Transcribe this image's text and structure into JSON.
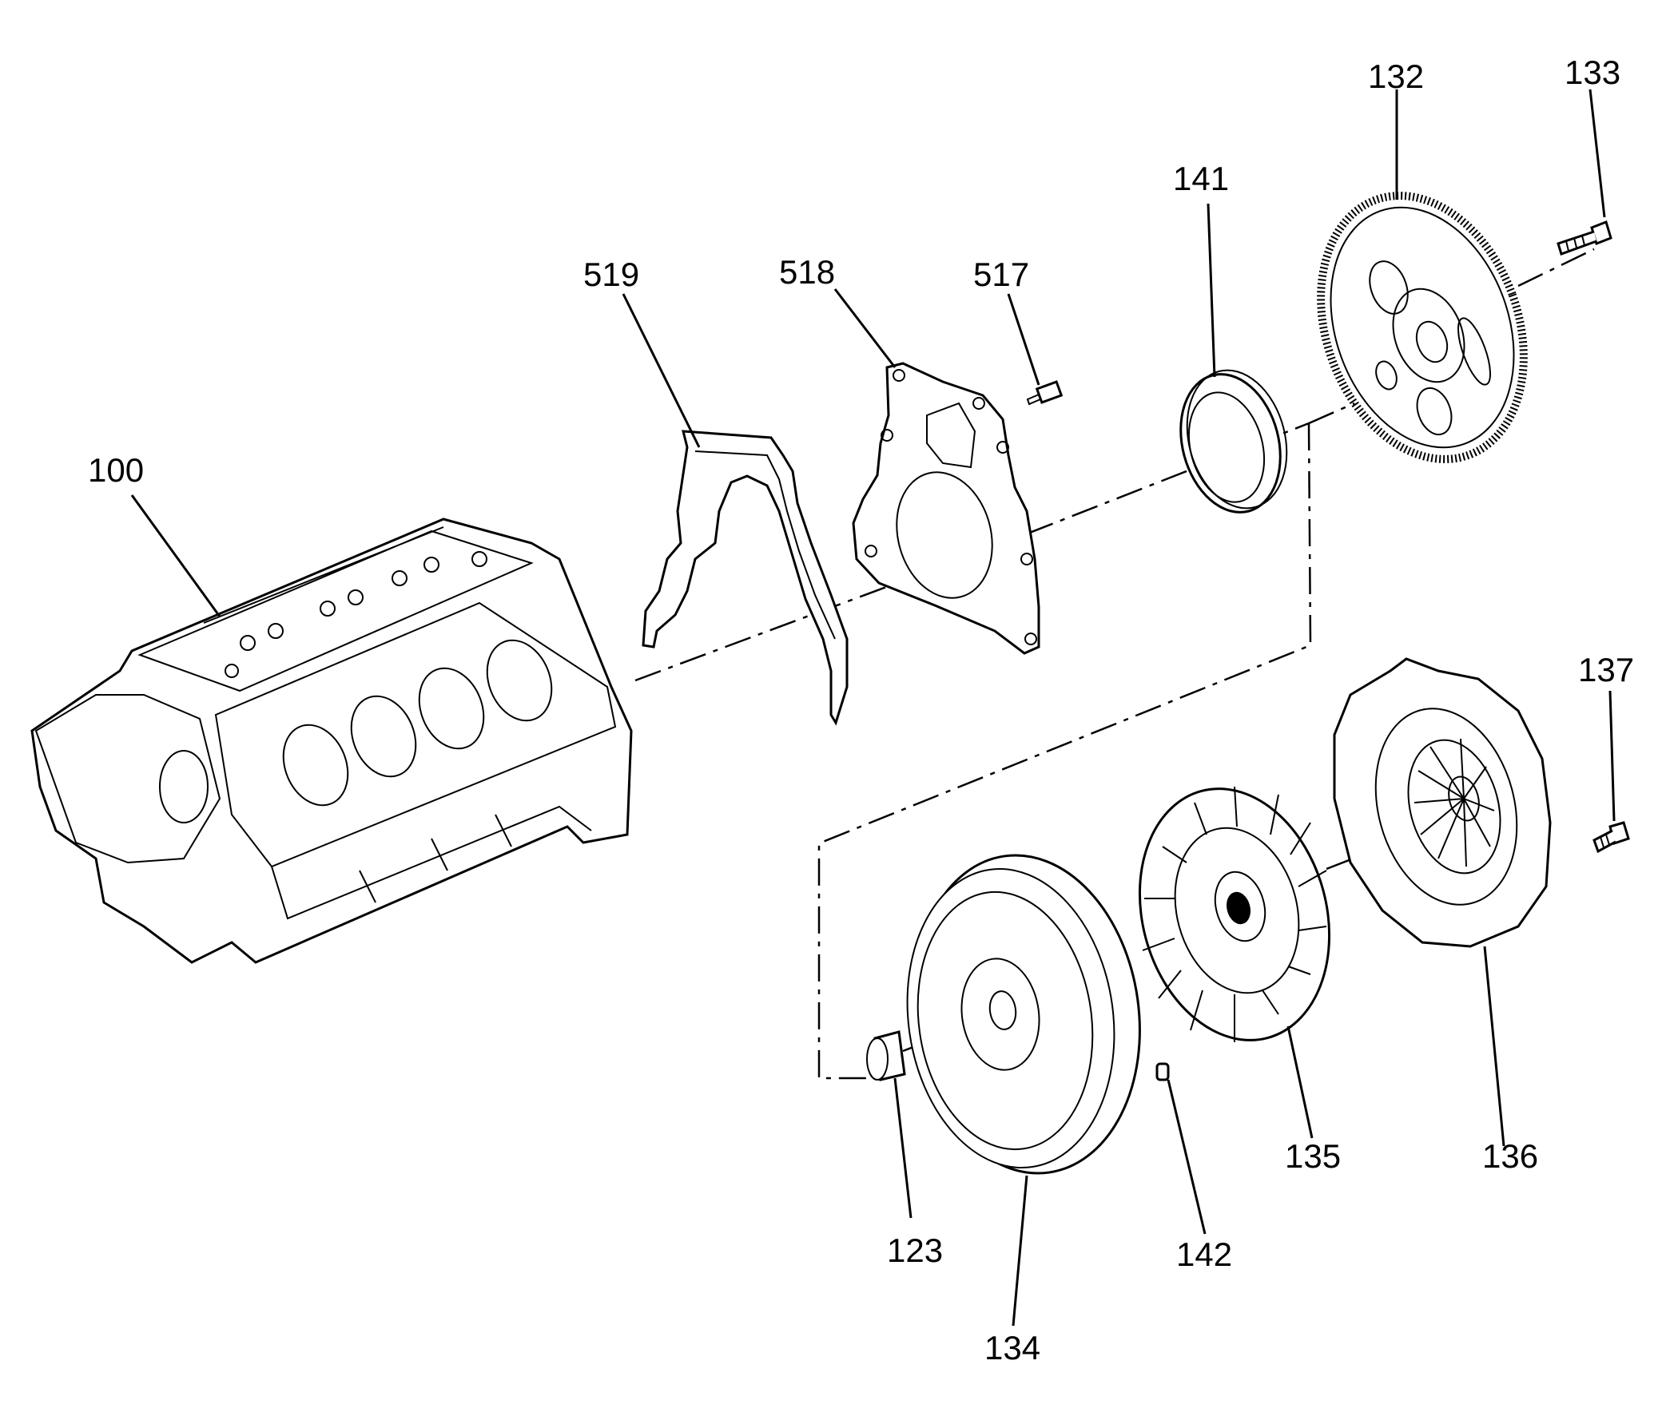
{
  "parts": [
    {
      "id": "100",
      "label": "100",
      "name": "engine-block"
    },
    {
      "id": "519",
      "label": "519",
      "name": "rear-cover-gasket"
    },
    {
      "id": "518",
      "label": "518",
      "name": "rear-cover"
    },
    {
      "id": "517",
      "label": "517",
      "name": "rear-cover-bolt"
    },
    {
      "id": "141",
      "label": "141",
      "name": "crankshaft-rear-oil-seal"
    },
    {
      "id": "132",
      "label": "132",
      "name": "flexplate"
    },
    {
      "id": "133",
      "label": "133",
      "name": "flexplate-bolt"
    },
    {
      "id": "137",
      "label": "137",
      "name": "pressure-plate-bolt"
    },
    {
      "id": "136",
      "label": "136",
      "name": "pressure-plate"
    },
    {
      "id": "135",
      "label": "135",
      "name": "clutch-disc"
    },
    {
      "id": "142",
      "label": "142",
      "name": "dowel-pin"
    },
    {
      "id": "134",
      "label": "134",
      "name": "flywheel"
    },
    {
      "id": "123",
      "label": "123",
      "name": "pilot-bearing"
    }
  ]
}
